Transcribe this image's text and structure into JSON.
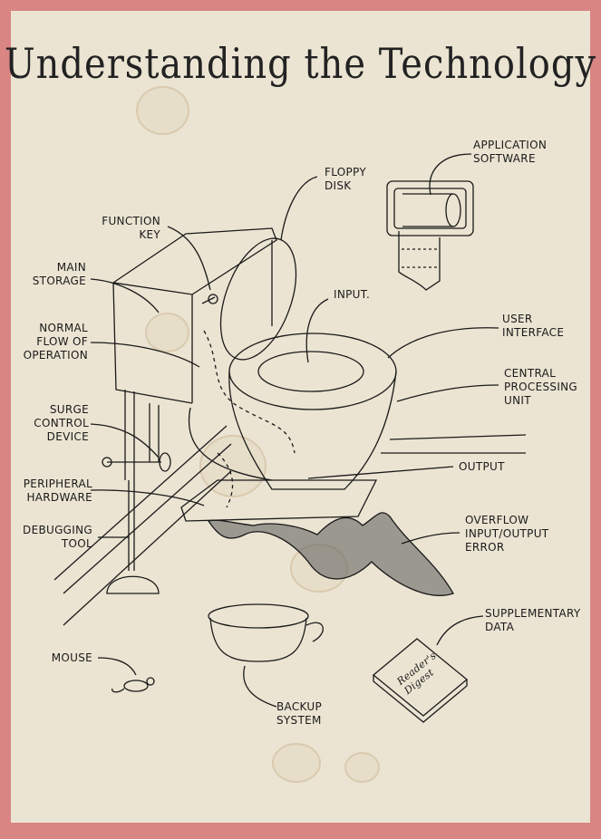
{
  "title": "Understanding the Technology",
  "labels": {
    "application_software": "APPLICATION\nSOFTWARE",
    "floppy_disk": "FLOPPY\nDISK",
    "function_key": "FUNCTION\nKEY",
    "main_storage": "MAIN\nSTORAGE",
    "input": "INPUT.",
    "user_interface": "USER\nINTERFACE",
    "normal_flow": "NORMAL\nFLOW OF\nOPERATION",
    "central_processing_unit": "CENTRAL\nPROCESSING\nUNIT",
    "surge_control_device": "SURGE\nCONTROL\nDEVICE",
    "output": "OUTPUT",
    "peripheral_hardware": "PERIPHERAL\nHARDWARE",
    "overflow_error": "OVERFLOW\nINPUT/OUTPUT\nERROR",
    "debugging_tool": "DEBUGGING\nTOOL",
    "supplementary_data": "SUPPLEMENTARY\nDATA",
    "mouse": "MOUSE",
    "backup_system": "BACKUP\nSYSTEM"
  },
  "book_text": "Reader's\nDigest",
  "colors": {
    "border": "#d98583",
    "paper": "#ebe4d2",
    "ink": "#1a1a1a"
  }
}
